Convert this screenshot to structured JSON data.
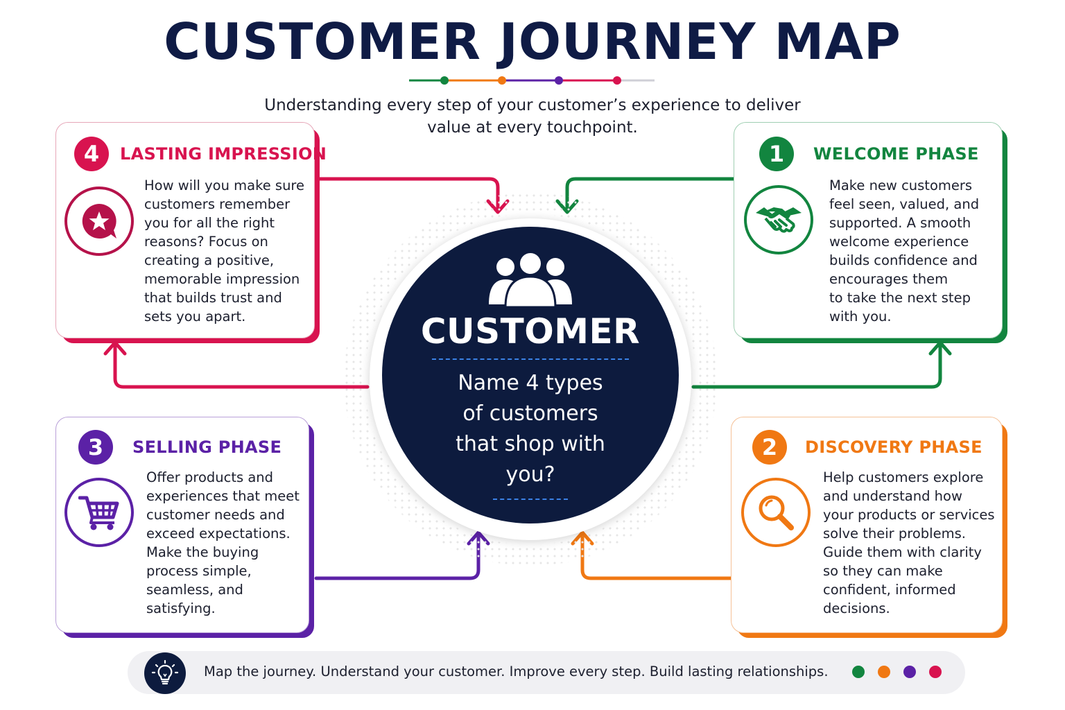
{
  "header": {
    "title": "CUSTOMER JOURNEY MAP",
    "subtitle": "Understanding every step of your customer’s experience\nto deliver value at every touchpoint."
  },
  "colors": {
    "navy": "#0d1b3e",
    "green": "#12853f",
    "orange": "#f07813",
    "purple": "#5b21a6",
    "crimson": "#d8134f",
    "blue_dash": "#3b82e6"
  },
  "hub": {
    "icon": "people-group-icon",
    "title": "CUSTOMER",
    "question": "Name 4 types\nof customers\nthat shop with\nyou?"
  },
  "phases": [
    {
      "number": "1",
      "title": "WELCOME PHASE",
      "icon": "handshake-icon",
      "text": "Make new customers\nfeel seen, valued, and\nsupported. A smooth\nwelcome experience\nbuilds confidence and\nencourages them\nto take the next step\nwith you."
    },
    {
      "number": "2",
      "title": "DISCOVERY PHASE",
      "icon": "magnifier-icon",
      "text": "Help customers explore\nand understand how\nyour products or services\nsolve their problems.\nGuide them with clarity\nso they can make\nconfident, informed\ndecisions."
    },
    {
      "number": "3",
      "title": "SELLING PHASE",
      "icon": "shopping-cart-icon",
      "text": "Offer products and\nexperiences that meet\ncustomer needs and\nexceed expectations.\nMake the buying\nprocess simple,\nseamless, and\nsatisfying."
    },
    {
      "number": "4",
      "title": "LASTING IMPRESSION",
      "icon": "star-speech-bubble-icon",
      "text": "How will you make sure\ncustomers remember\nyou for all the right\nreasons? Focus on\ncreating a positive,\nmemorable impression\nthat builds trust and\nsets you apart."
    }
  ],
  "footer": {
    "icon": "lightbulb-icon",
    "message": "Map the journey. Understand your customer. Improve every step. Build lasting relationships."
  }
}
